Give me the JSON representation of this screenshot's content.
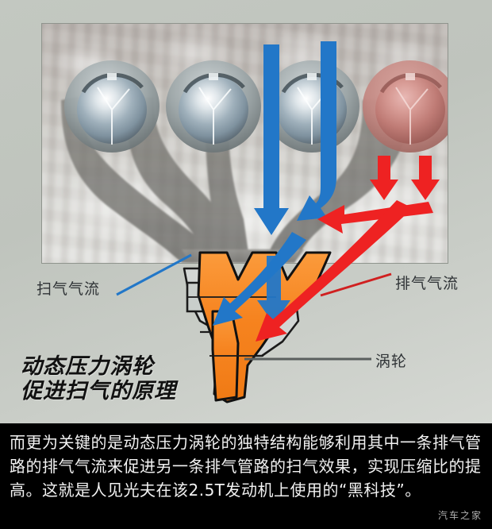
{
  "figure": {
    "title_line1": "动态压力涡轮",
    "title_line2": "促进扫气的原理",
    "labels": {
      "scavenge_flow": "扫气气流",
      "exhaust_flow": "排气气流",
      "turbo": "涡轮"
    },
    "colors": {
      "background": "#c3c8c1",
      "scavenge_arrow": "#2277c8",
      "exhaust_arrow": "#ee2222",
      "turbo_body": "#f58220",
      "manifold": "#6e6e6a",
      "hot_cylinder": "#c87b78",
      "caption_background": "#000000",
      "caption_text": "#f2f2f2"
    },
    "diagram": {
      "cylinder_count": 4,
      "cylinders": [
        {
          "index": 1,
          "state": "cool",
          "tint": "silver"
        },
        {
          "index": 2,
          "state": "cool",
          "tint": "silver"
        },
        {
          "index": 3,
          "state": "scavenging",
          "tint": "silver"
        },
        {
          "index": 4,
          "state": "exhausting",
          "tint": "red"
        }
      ],
      "blue_arrow_count": 4,
      "red_arrow_count": 4
    }
  },
  "caption": {
    "paragraph": "而更为关键的是动态压力涡轮的独特结构能够利用其中一条排气管路的排气气流来促进另一条排气管路的扫气效果，实现压缩比的提高。这就是人见光夫在该2.5T发动机上使用的“黑科技”。",
    "watermark": "汽车之家"
  }
}
